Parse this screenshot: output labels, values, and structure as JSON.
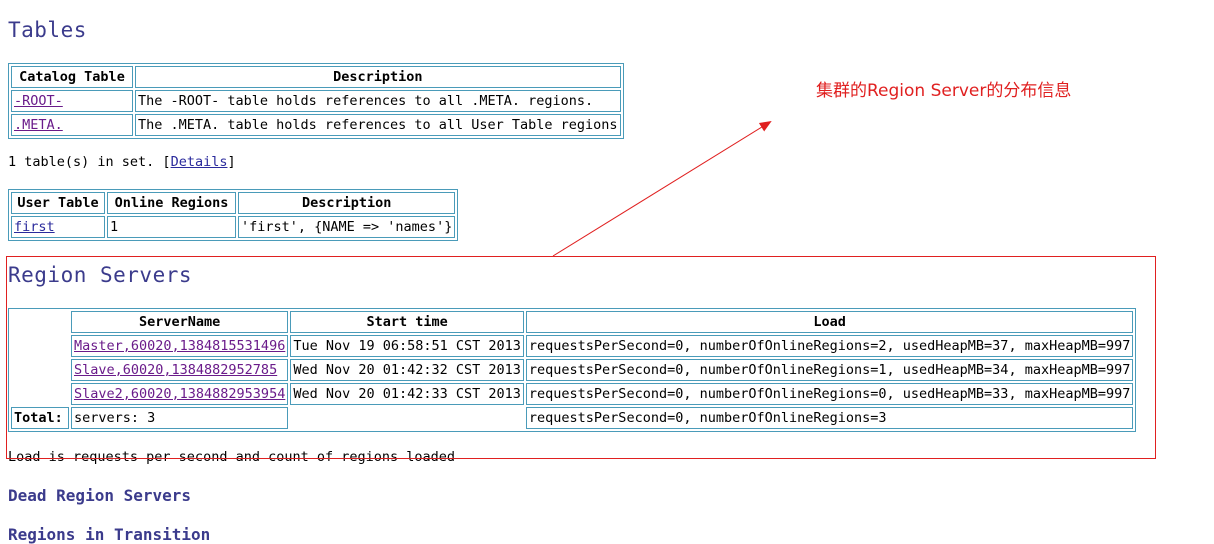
{
  "tables": {
    "heading": "Tables",
    "catalog": {
      "headers": [
        "Catalog Table",
        "Description"
      ],
      "rows": [
        {
          "name": "-ROOT-",
          "desc": "The -ROOT- table holds references to all .META. regions."
        },
        {
          "name": ".META.",
          "desc": "The .META. table holds references to all User Table regions"
        }
      ]
    },
    "summary_prefix": "1 table(s) in set. [",
    "details_link": "Details",
    "summary_suffix": "]",
    "user": {
      "headers": [
        "User Table",
        "Online Regions",
        "Description"
      ],
      "rows": [
        {
          "name": "first",
          "regions": "1",
          "desc": "'first', {NAME => 'names'}"
        }
      ]
    }
  },
  "region_servers": {
    "heading": "Region Servers",
    "headers": [
      "ServerName",
      "Start time",
      "Load"
    ],
    "rows": [
      {
        "name": "Master,60020,1384815531496",
        "start": "Tue Nov 19 06:58:51 CST 2013",
        "load": "requestsPerSecond=0, numberOfOnlineRegions=2, usedHeapMB=37, maxHeapMB=997"
      },
      {
        "name": "Slave,60020,1384882952785",
        "start": "Wed Nov 20 01:42:32 CST 2013",
        "load": "requestsPerSecond=0, numberOfOnlineRegions=1, usedHeapMB=34, maxHeapMB=997"
      },
      {
        "name": "Slave2,60020,1384882953954",
        "start": "Wed Nov 20 01:42:33 CST 2013",
        "load": "requestsPerSecond=0, numberOfOnlineRegions=0, usedHeapMB=33, maxHeapMB=997"
      }
    ],
    "total_label": "Total:",
    "total_servers": "servers: 3",
    "total_load": "requestsPerSecond=0, numberOfOnlineRegions=3",
    "note": "Load is requests per second and count of regions loaded"
  },
  "dead_servers": {
    "heading": "Dead Region Servers"
  },
  "next_heading": "Regions in Transition",
  "annotation": {
    "text": "集群的Region Server的分布信息",
    "color": "#e02020"
  }
}
